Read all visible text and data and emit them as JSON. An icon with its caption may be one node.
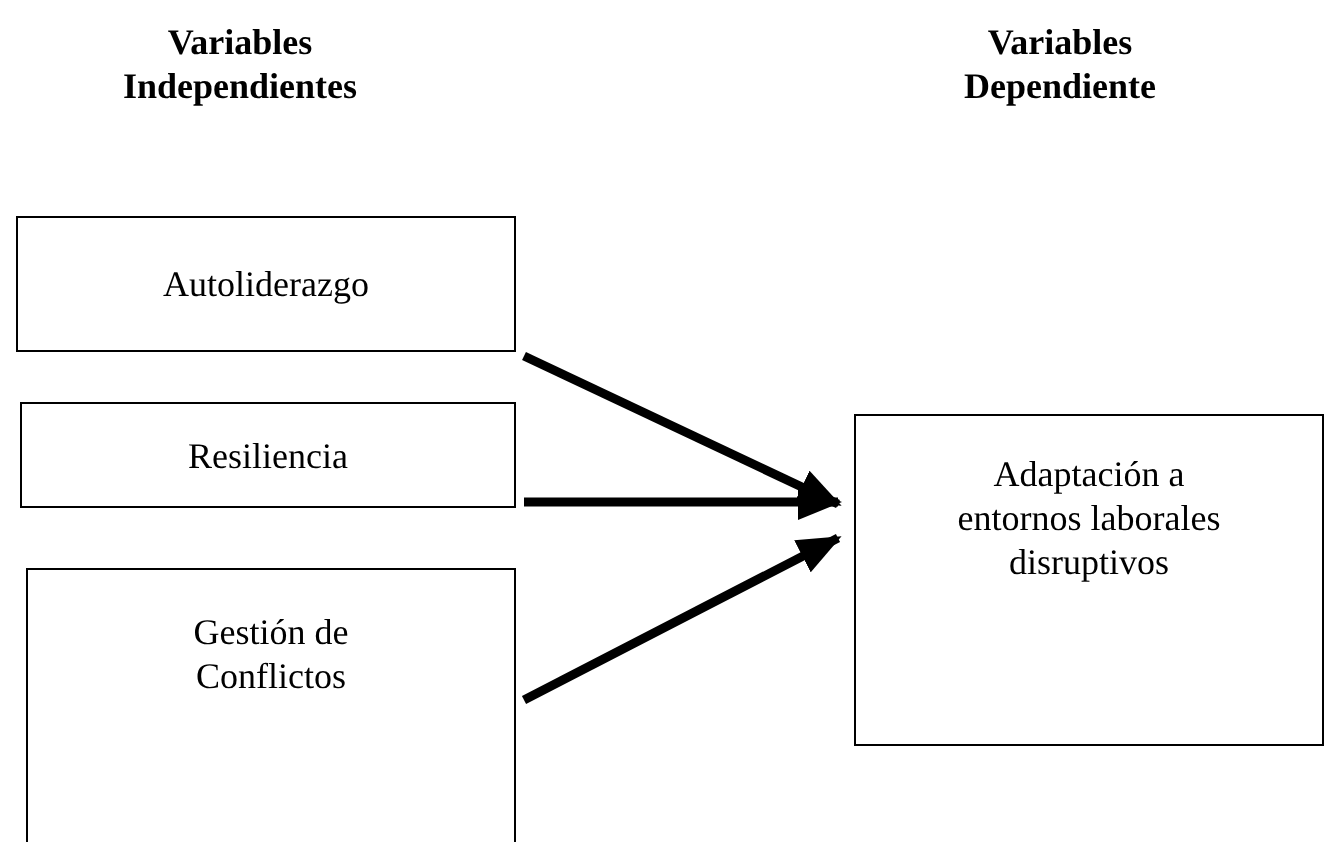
{
  "diagram": {
    "nodes": [
      {
        "text": [
          "Autoliderazgo"
        ]
      },
      {
        "text": [
          "Resiliencia"
        ]
      },
      {
        "text": [
          "Gestión de Conflictos"
        ]
      },
      {
        "text": [
          "Adaptación a entornos laborales disruptivos"
        ]
      }
    ],
    "edges": [
      {
        "from": 0,
        "to": 3,
        "arrow": "to"
      },
      {
        "from": 1,
        "to": 3,
        "arrow": "to"
      },
      {
        "from": 2,
        "to": 3,
        "arrow": "to"
      }
    ],
    "labels": [
      "Variables Independientes",
      "Variables Dependiente"
    ]
  }
}
